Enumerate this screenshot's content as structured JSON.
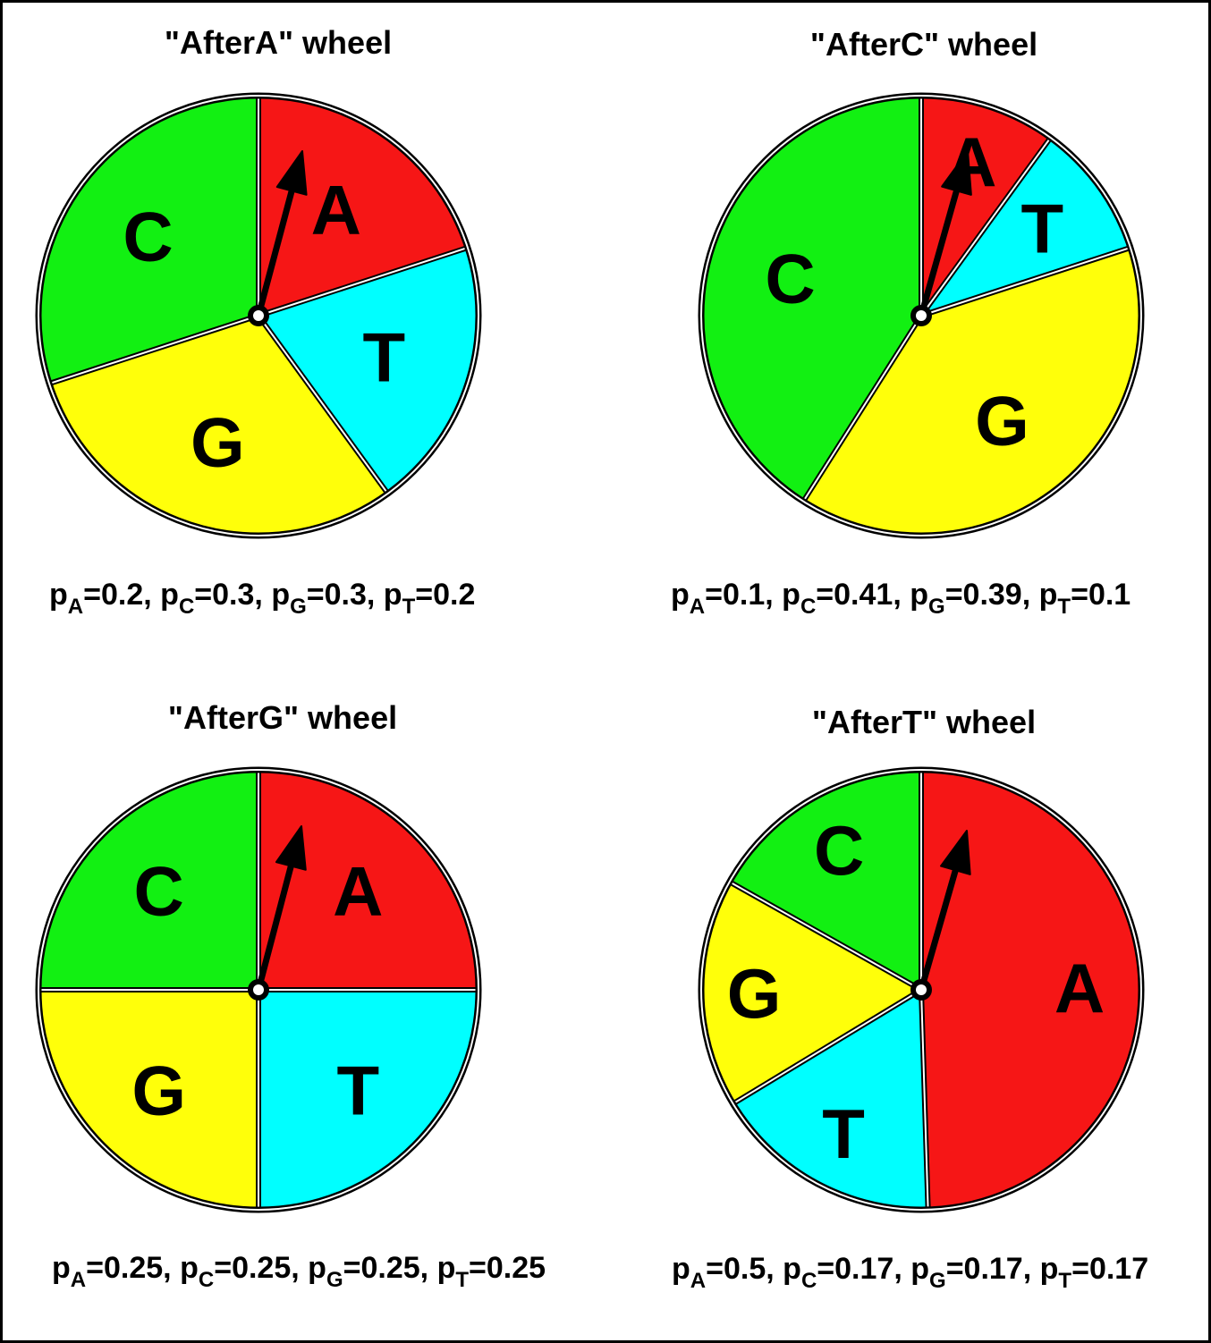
{
  "colors": {
    "A": "#f61616",
    "C": "#12f012",
    "G": "#ffff0a",
    "T": "#00ffff",
    "outline": "#000000"
  },
  "wheels": [
    {
      "title": "\"AfterA\" wheel",
      "segments": [
        {
          "base": "A",
          "p": 0.2
        },
        {
          "base": "T",
          "p": 0.2
        },
        {
          "base": "G",
          "p": 0.3
        },
        {
          "base": "C",
          "p": 0.3
        }
      ],
      "probs": [
        {
          "base": "A",
          "value": "0.2"
        },
        {
          "base": "C",
          "value": "0.3"
        },
        {
          "base": "G",
          "value": "0.3"
        },
        {
          "base": "T",
          "value": "0.2"
        }
      ]
    },
    {
      "title": "\"AfterC\" wheel",
      "segments": [
        {
          "base": "A",
          "p": 0.1
        },
        {
          "base": "T",
          "p": 0.1
        },
        {
          "base": "G",
          "p": 0.39
        },
        {
          "base": "C",
          "p": 0.41
        }
      ],
      "probs": [
        {
          "base": "A",
          "value": "0.1"
        },
        {
          "base": "C",
          "value": "0.41"
        },
        {
          "base": "G",
          "value": "0.39"
        },
        {
          "base": "T",
          "value": "0.1"
        }
      ]
    },
    {
      "title": "\"AfterG\" wheel",
      "segments": [
        {
          "base": "A",
          "p": 0.25
        },
        {
          "base": "T",
          "p": 0.25
        },
        {
          "base": "G",
          "p": 0.25
        },
        {
          "base": "C",
          "p": 0.25
        }
      ],
      "probs": [
        {
          "base": "A",
          "value": "0.25"
        },
        {
          "base": "C",
          "value": "0.25"
        },
        {
          "base": "G",
          "value": "0.25"
        },
        {
          "base": "T",
          "value": "0.25"
        }
      ]
    },
    {
      "title": "\"AfterT\" wheel",
      "segments": [
        {
          "base": "A",
          "p": 0.5
        },
        {
          "base": "T",
          "p": 0.17
        },
        {
          "base": "G",
          "p": 0.17
        },
        {
          "base": "C",
          "p": 0.17
        }
      ],
      "probs": [
        {
          "base": "A",
          "value": "0.5"
        },
        {
          "base": "C",
          "value": "0.17"
        },
        {
          "base": "G",
          "value": "0.17"
        },
        {
          "base": "T",
          "value": "0.17"
        }
      ]
    }
  ]
}
